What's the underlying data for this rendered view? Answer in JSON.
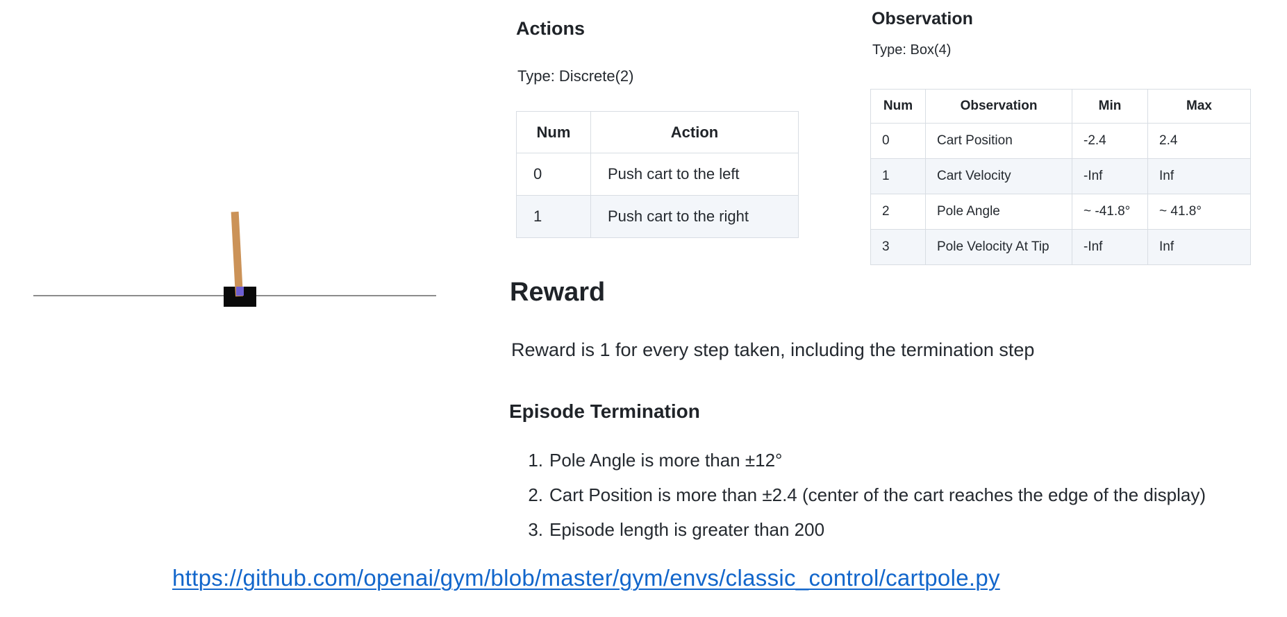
{
  "colors": {
    "pole": "#cb9257",
    "cart": "#0a0a0a",
    "axle": "#6e5fd3",
    "track": "#8c8c8c",
    "link": "#1266cb",
    "tbl-border": "#d8dde3",
    "tbl-alt": "#f3f6fa",
    "text": "#24292f",
    "heading": "#1f2328"
  },
  "cartpole": {
    "elements": [
      "track",
      "cart",
      "pole",
      "axle"
    ]
  },
  "actions": {
    "heading": "Actions",
    "type_line": "Type: Discrete(2)",
    "table": {
      "headers": [
        "Num",
        "Action"
      ],
      "rows": [
        [
          "0",
          "Push cart to the left"
        ],
        [
          "1",
          "Push cart to the right"
        ]
      ]
    }
  },
  "observation": {
    "heading": "Observation",
    "type_line": "Type: Box(4)",
    "table": {
      "headers": [
        "Num",
        "Observation",
        "Min",
        "Max"
      ],
      "rows": [
        [
          "0",
          "Cart Position",
          "-2.4",
          "2.4"
        ],
        [
          "1",
          "Cart Velocity",
          "-Inf",
          "Inf"
        ],
        [
          "2",
          "Pole Angle",
          "~ -41.8°",
          "~ 41.8°"
        ],
        [
          "3",
          "Pole Velocity At Tip",
          "-Inf",
          "Inf"
        ]
      ]
    }
  },
  "reward": {
    "heading": "Reward",
    "body": "Reward is 1 for every step taken, including the termination step"
  },
  "termination": {
    "heading": "Episode Termination",
    "items": [
      {
        "num": "1.",
        "text": "Pole Angle is more than ±12°"
      },
      {
        "num": "2.",
        "text": "Cart Position is more than ±2.4 (center of the cart reaches the edge of the display)"
      },
      {
        "num": "3.",
        "text": "Episode length is greater than 200"
      }
    ]
  },
  "source_link": {
    "text": "https://github.com/openai/gym/blob/master/gym/envs/classic_control/cartpole.py"
  }
}
